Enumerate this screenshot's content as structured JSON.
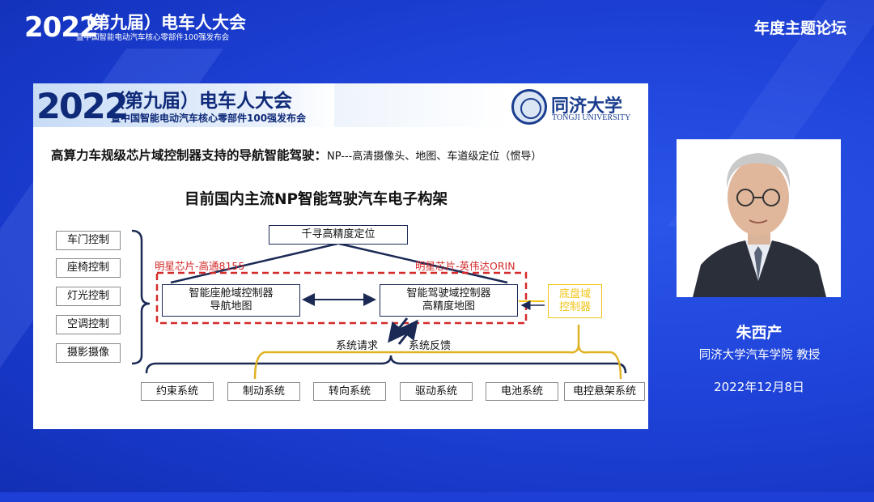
{
  "header": {
    "year": "2022",
    "title": "（第九届）电车人大会",
    "subtitle": "暨中国智能电动汽车核心零部件100强发布会",
    "forum": "年度主题论坛"
  },
  "slide": {
    "banner": {
      "year": "2022",
      "title": "（第九届）电车人大会",
      "subtitle": "暨中国智能电动汽车核心零部件100强发布会"
    },
    "university": {
      "name_cn": "同济大学",
      "name_en": "TONGJI UNIVERSITY"
    },
    "heading": "高算力车规级芯片域控制器支持的导航智能驾驶：",
    "heading_np": "NP---高清摄像头、地图、车道级定位（惯导）",
    "diagram_title": "目前国内主流NP智能驾驶汽车电子构架",
    "body_controls": [
      "车门控制",
      "座椅控制",
      "灯光控制",
      "空调控制",
      "摄影摄像"
    ],
    "positioning": "千寻高精度定位",
    "chip_left": "明星芯片-高通8155",
    "chip_right": "明星芯片-英伟达ORIN",
    "cockpit_domain": {
      "line1": "智能座舱域控制器",
      "line2": "导航地图"
    },
    "driving_domain": {
      "line1": "智能驾驶域控制器",
      "line2": "高精度地图"
    },
    "chassis_domain": {
      "line1": "底盘域",
      "line2": "控制器"
    },
    "request": "系统请求",
    "feedback": "系统反馈",
    "subsystems": [
      "约束系统",
      "制动系统",
      "转向系统",
      "驱动系统",
      "电池系统",
      "电控悬架系统"
    ]
  },
  "speaker": {
    "name": "朱西产",
    "title": "同济大学汽车学院 教授",
    "date": "2022年12月8日"
  },
  "colors": {
    "background": "#1d3fd6",
    "banner_text": "#0f2a78",
    "chip_red": "#d42a2a",
    "chassis_yellow": "#f0c419",
    "arrow_navy": "#1b2a55"
  }
}
